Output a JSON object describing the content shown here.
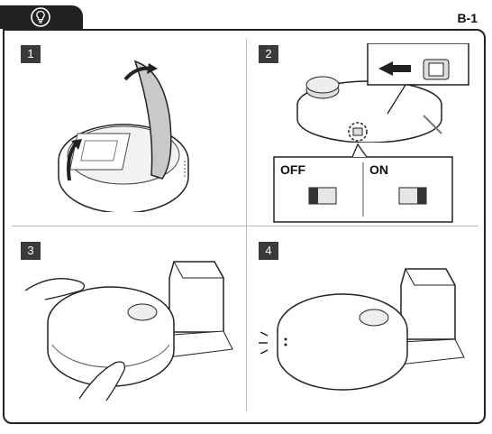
{
  "page_code": "B-1",
  "header": {
    "icon": "lightbulb-icon"
  },
  "steps": [
    {
      "number": "1"
    },
    {
      "number": "2",
      "off_label": "OFF",
      "on_label": "ON"
    },
    {
      "number": "3"
    },
    {
      "number": "4"
    }
  ]
}
